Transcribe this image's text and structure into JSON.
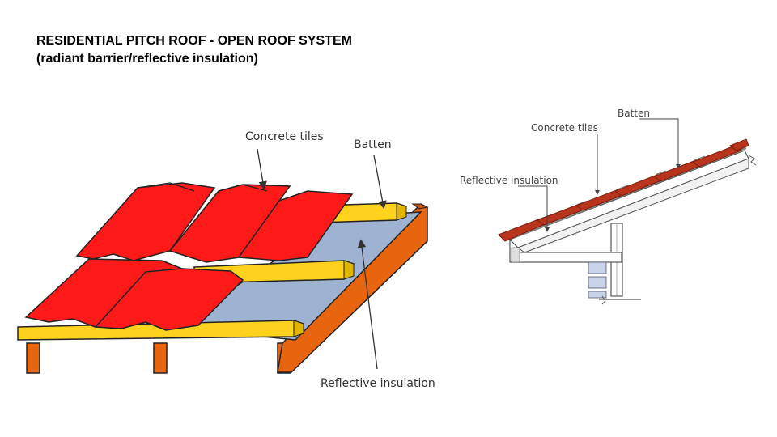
{
  "slide": {
    "title_line1": "RESIDENTIAL PITCH ROOF - OPEN ROOF SYSTEM",
    "title_line2": "(radiant barrier/reflective insulation)"
  },
  "left_diagram": {
    "labels": {
      "concrete_tiles": "Concrete tiles",
      "batten": "Batten",
      "reflective_insulation": "Reflective insulation"
    }
  },
  "right_diagram": {
    "labels": {
      "batten": "Batten",
      "concrete_tiles": "Concrete tiles",
      "reflective_insulation": "Reflective insulation"
    }
  },
  "colors": {
    "tile_red": "#ff1a1a",
    "tile_dark_red": "#b8341c",
    "batten_yellow": "#ffd21e",
    "rafter_orange": "#e8650f",
    "insulation_blue": "#9db3d1"
  }
}
